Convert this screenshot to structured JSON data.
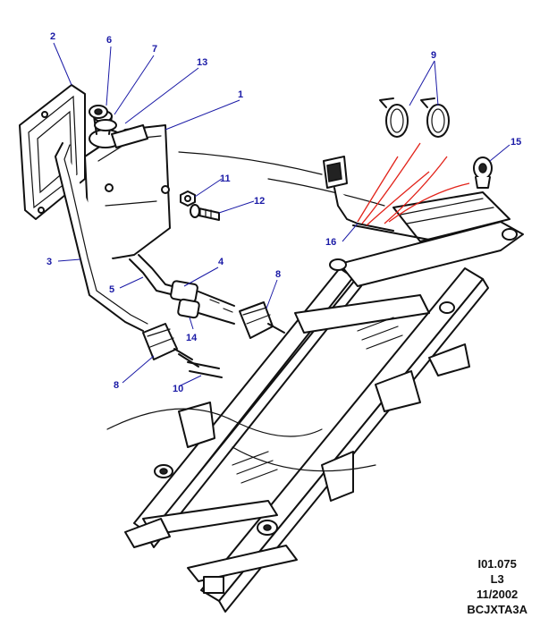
{
  "callouts": {
    "c1": "1",
    "c2": "2",
    "c3": "3",
    "c4": "4",
    "c5": "5",
    "c6": "6",
    "c7": "7",
    "c8a": "8",
    "c8b": "8",
    "c9": "9",
    "c10": "10",
    "c11": "11",
    "c12": "12",
    "c13": "13",
    "c14": "14",
    "c15": "15",
    "c16": "16"
  },
  "reference": {
    "code": "I01.075",
    "line2": "L3",
    "date": "11/2002",
    "ident": "BCJXTA3A"
  },
  "colors": {
    "callout": "#1a1aa6",
    "highlight": "#e2231a",
    "ink": "#111111"
  }
}
